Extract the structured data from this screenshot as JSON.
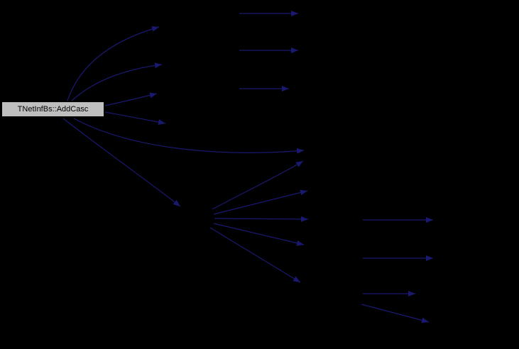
{
  "diagram": {
    "type": "call-graph",
    "colors": {
      "background": "#000000",
      "edge": "#191970",
      "node_fill": "#bfbfbf",
      "node_border": "#000000",
      "node_text": "#000000"
    },
    "nodes": [
      {
        "id": "root",
        "label": "TNetInfBs::AddCasc"
      }
    ]
  }
}
